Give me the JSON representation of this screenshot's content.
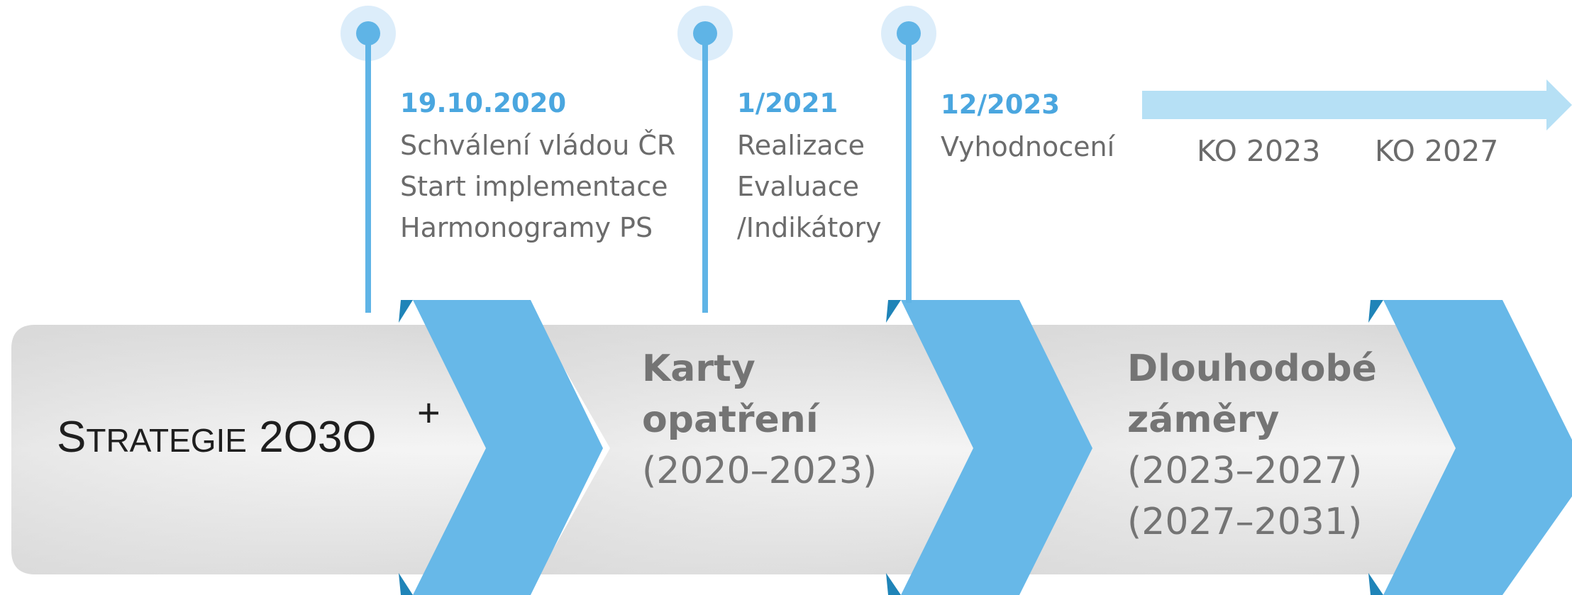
{
  "colors": {
    "accent_blue": "#5fb4e6",
    "accent_blue_dark": "#1f84b8",
    "arrow_light_blue": "#b6e0f5",
    "halo_blue": "#dcedfa",
    "date_text": "#4aa6df",
    "body_text": "#6b6b6b",
    "phase_text": "#747474",
    "band_grey": "#e6e6e6"
  },
  "logo": {
    "s_big": "S",
    "trategie_small": "TRATEGIE",
    "year": " 2O3O",
    "plus": "+"
  },
  "milestones": [
    {
      "date": "19.10.2020",
      "lines": [
        "Schválení vládou ČR",
        "Start implementace",
        "Harmonogramy PS"
      ]
    },
    {
      "date": "1/2021",
      "lines": [
        "Realizace",
        "Evaluace",
        "/Indikátory"
      ]
    },
    {
      "date": "12/2023",
      "lines": [
        "Vyhodnocení"
      ]
    }
  ],
  "ko_labels": [
    "KO 2023",
    "KO 2027"
  ],
  "phases": [
    {
      "title_lines": [
        "Karty",
        "opatření"
      ],
      "ranges": [
        "(2020–2023)"
      ]
    },
    {
      "title_lines": [
        "Dlouhodobé",
        "záměry"
      ],
      "ranges": [
        "(2023–2027)",
        "(2027–2031)"
      ]
    }
  ],
  "icons": {
    "milestone_pin": "milestone-pin-icon",
    "chevron": "chevron-arrow-icon",
    "future_arrow": "arrow-right-icon"
  }
}
